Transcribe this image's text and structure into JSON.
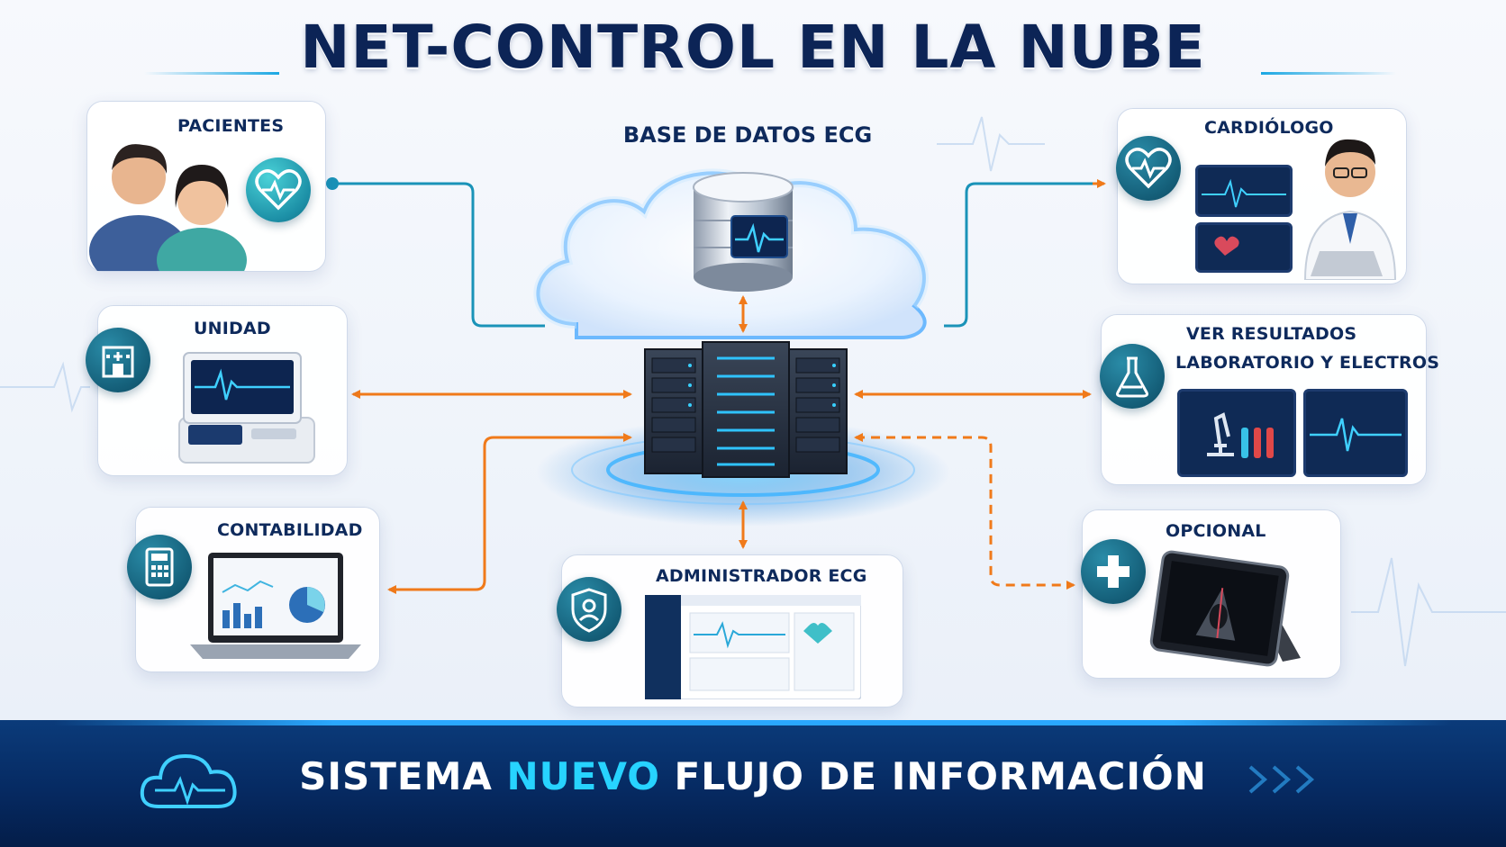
{
  "title": "NET-CONTROL EN LA NUBE",
  "center": {
    "label": "BASE DE DATOS ECG"
  },
  "nodes": {
    "pacientes": {
      "label": "PACIENTES"
    },
    "unidad": {
      "label": "UNIDAD"
    },
    "contabilidad": {
      "label": "CONTABILIDAD"
    },
    "administrador": {
      "label": "ADMINISTRADOR ECG"
    },
    "cardiologo": {
      "label": "CARDIÓLOGO"
    },
    "resultados": {
      "label_line1": "VER RESULTADOS",
      "label_line2": "LABORATORIO Y ELECTROS"
    },
    "opcional": {
      "label": "OPCIONAL"
    }
  },
  "banner": {
    "text_before": "SISTEMA ",
    "text_accent": "NUEVO",
    "text_after": " FLUJO DE INFORMACIÓN"
  },
  "colors": {
    "navy": "#0e2a5c",
    "teal_connector": "#1a93b8",
    "orange_connector": "#f07a1a",
    "accent_cyan": "#27d3ff",
    "icon_teal": "#145e78"
  },
  "icons": [
    "heart-pulse-icon",
    "hospital-building-icon",
    "calculator-icon",
    "shield-user-icon",
    "heart-monitor-icon",
    "flask-icon",
    "plus-icon",
    "cloud-pulse-icon"
  ]
}
